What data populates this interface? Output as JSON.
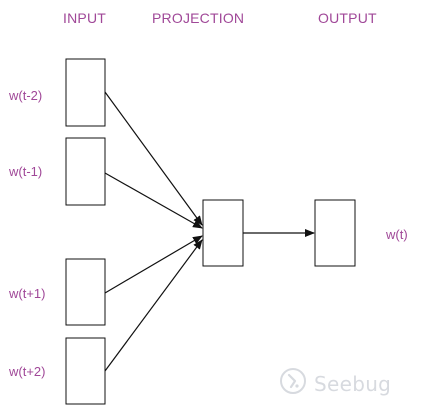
{
  "headers": {
    "input": "INPUT",
    "projection": "PROJECTION",
    "output": "OUTPUT"
  },
  "input_words": [
    "w(t-2)",
    "w(t-1)",
    "w(t+1)",
    "w(t+2)"
  ],
  "output_word": "w(t)",
  "watermark": {
    "text": "Seebug",
    "icon": "seebug-logo-icon"
  },
  "colors": {
    "label": "#a04898",
    "stroke": "#111111",
    "watermark": "#b8bcc6",
    "background": "#ffffff"
  }
}
